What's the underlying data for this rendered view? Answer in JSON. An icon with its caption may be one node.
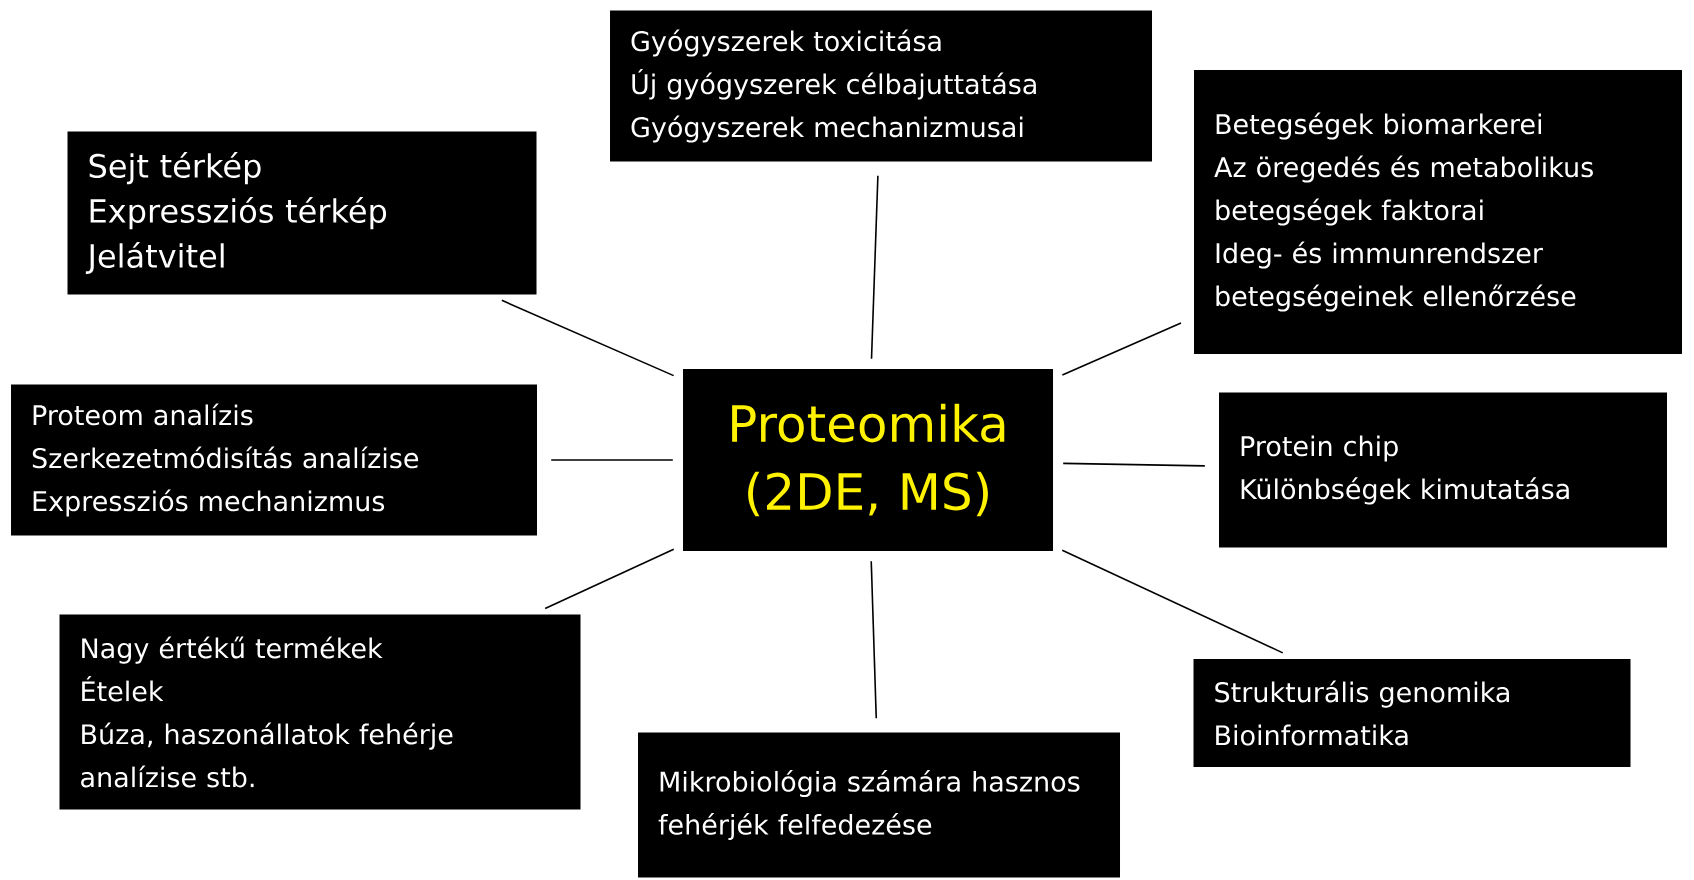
{
  "diagram": {
    "nodes": [
      {
        "text": [
          "Gyógyszerek toxicitása",
          "Új gyógyszerek célbajuttatása",
          "Gyógyszerek mechanizmusai"
        ]
      },
      {
        "text": [
          "Sejt térkép",
          "Expressziós térkép",
          "Jelátvitel"
        ]
      },
      {
        "text": [
          "Betegségek biomarkerei",
          "Az öregedés és metabolikus betegségek faktorai",
          "Ideg- és immunrendszer betegségeinek ellenőrzése"
        ]
      },
      {
        "text": [
          "Proteom analízis",
          "Szerkezetmódisítás analízise",
          "Expressziós mechanizmus"
        ]
      },
      {
        "text": [
          "Proteomika (2DE, MS)"
        ]
      },
      {
        "text": [
          "Protein chip",
          "Különbségek kimutatása"
        ]
      },
      {
        "text": [
          "Nagy értékű termékek",
          "Ételek",
          "Búza, haszonállatok fehérje analízise stb."
        ]
      },
      {
        "text": [
          "Strukturális genomika",
          "Bioinformatika"
        ]
      },
      {
        "text": [
          "Mikrobiológia számára hasznos fehérjék felfedezése"
        ]
      }
    ],
    "edges": [
      {
        "from": 4,
        "to": 0,
        "arrow": "none"
      },
      {
        "from": 4,
        "to": 1,
        "arrow": "none"
      },
      {
        "from": 4,
        "to": 2,
        "arrow": "none"
      },
      {
        "from": 4,
        "to": 3,
        "arrow": "none"
      },
      {
        "from": 4,
        "to": 5,
        "arrow": "none"
      },
      {
        "from": 4,
        "to": 6,
        "arrow": "none"
      },
      {
        "from": 4,
        "to": 7,
        "arrow": "none"
      },
      {
        "from": 4,
        "to": 8,
        "arrow": "none"
      }
    ]
  }
}
